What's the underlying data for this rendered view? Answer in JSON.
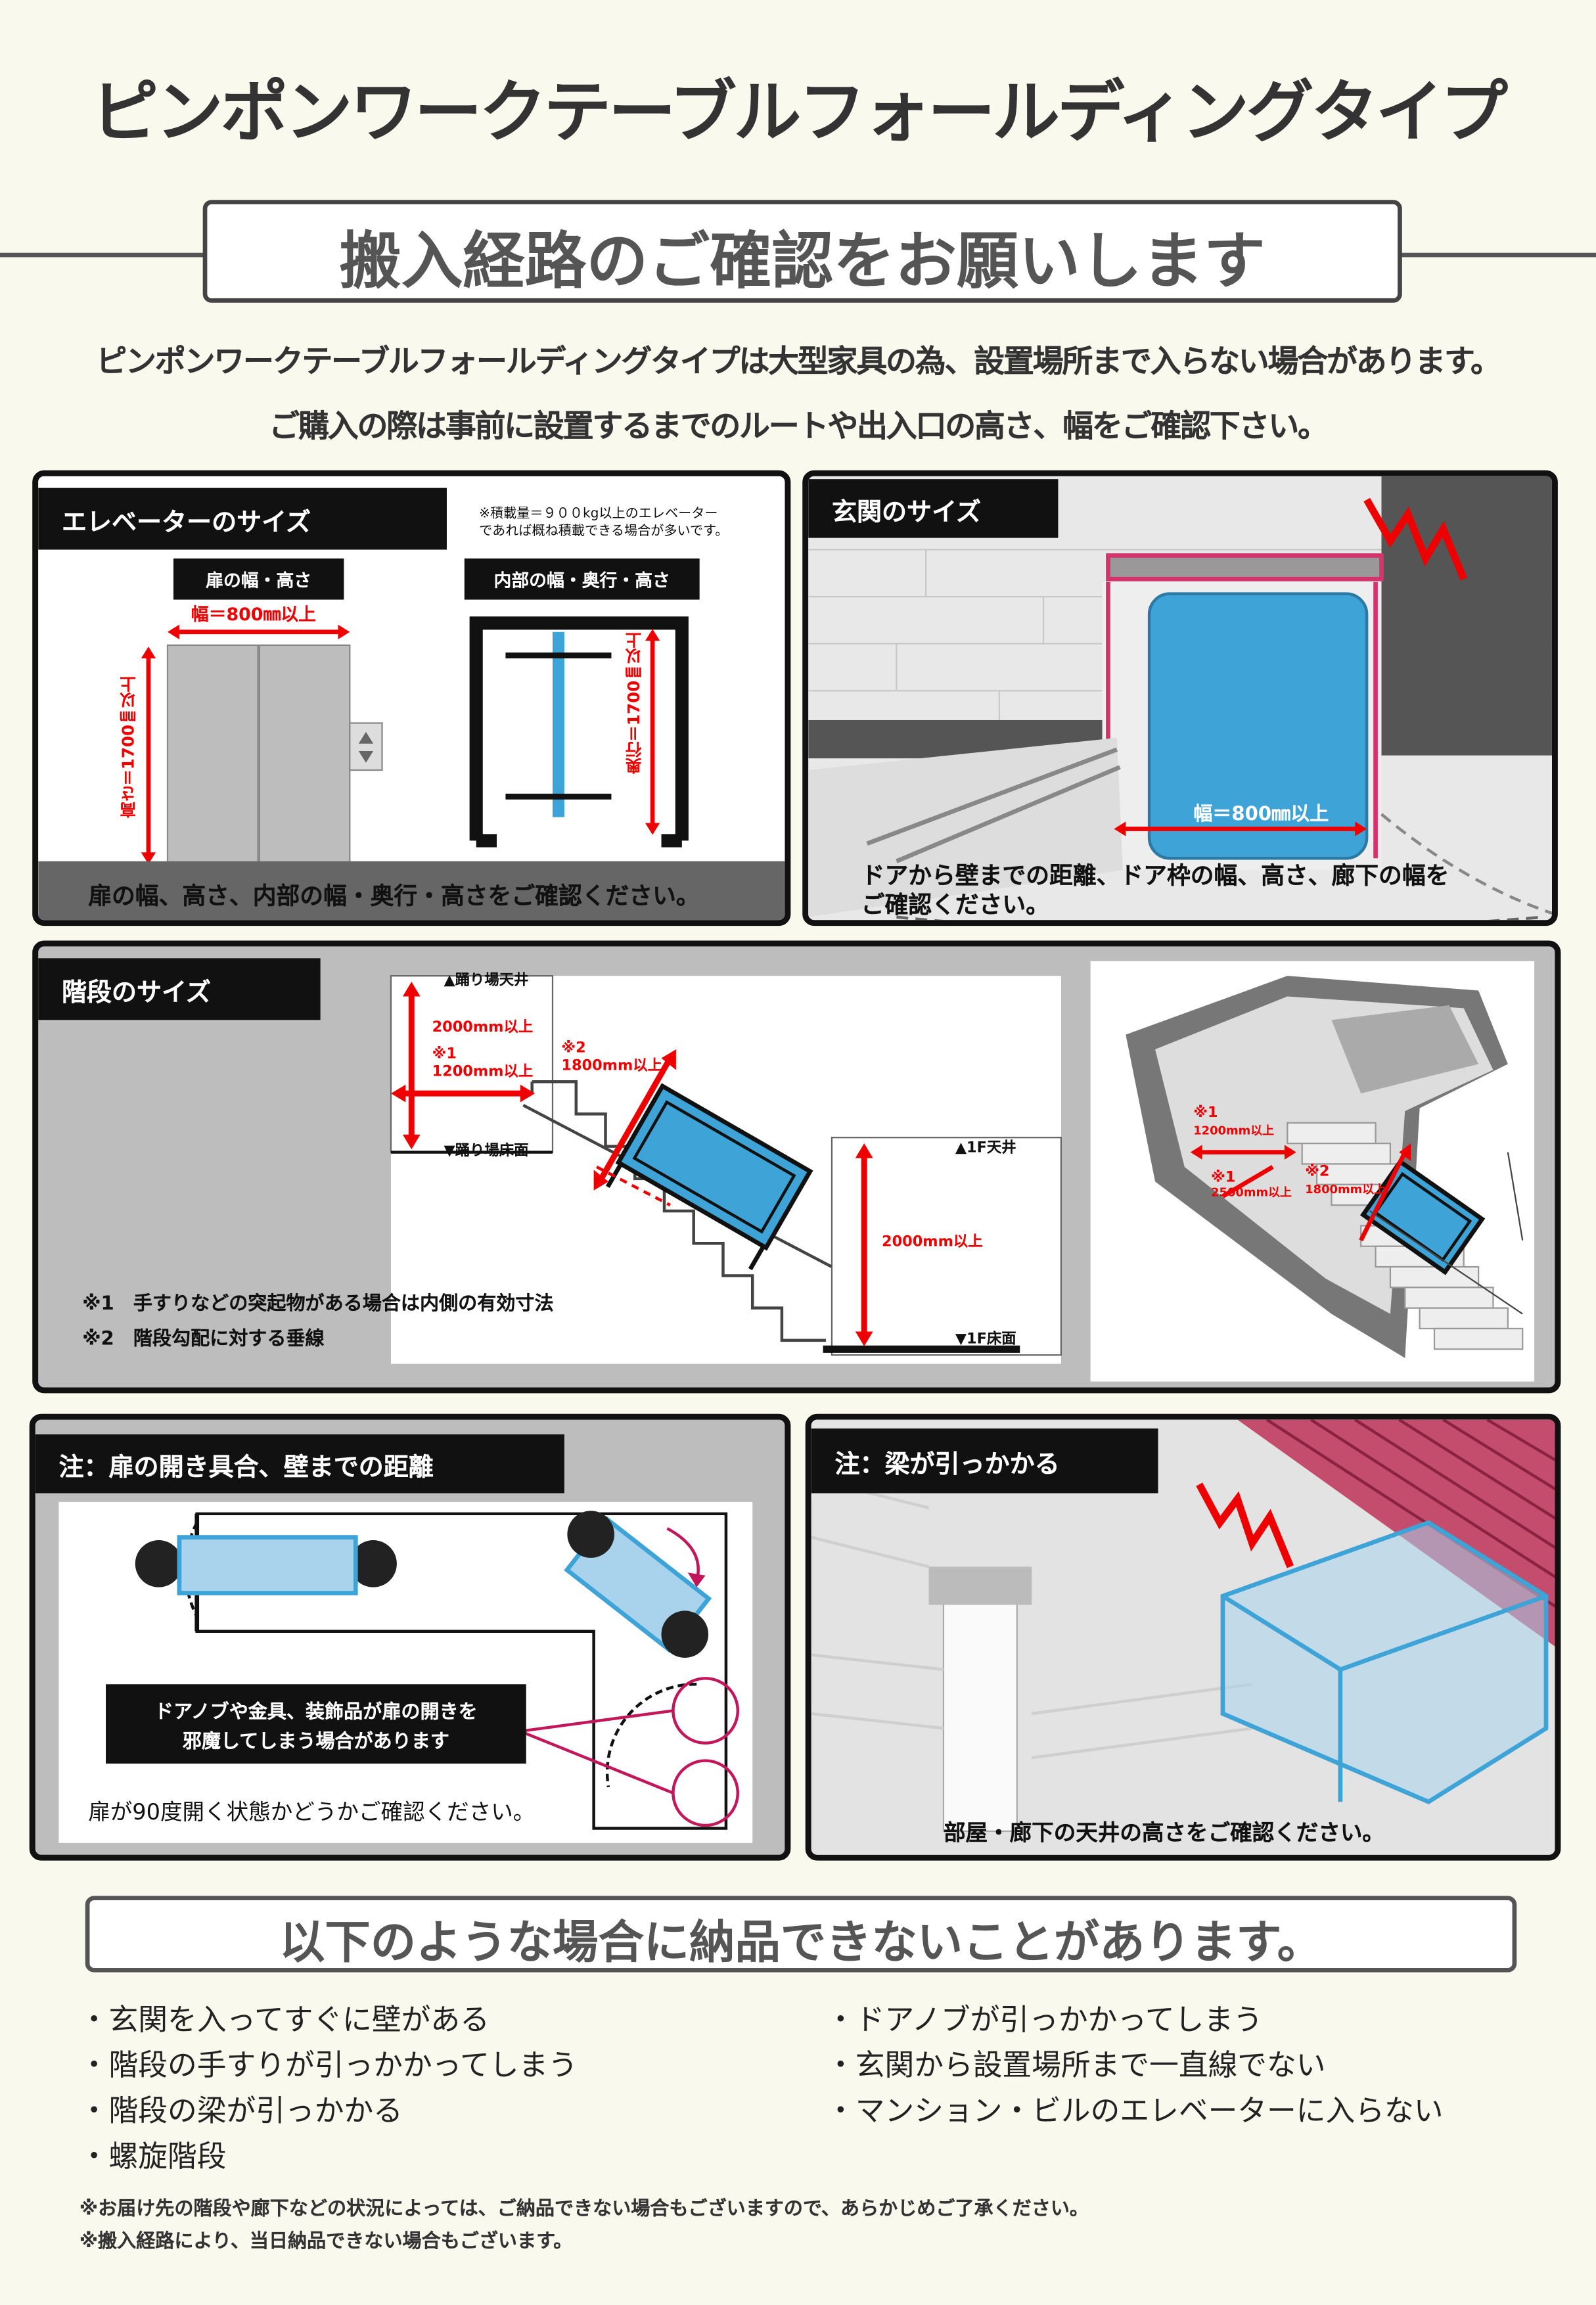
{
  "title": "ピンポンワークテーブルフォールディングタイプ",
  "banner": "搬入経路のご確認をお願いします",
  "intro_line1": "ピンポンワークテーブルフォールディングタイプは大型家具の為、設置場所まで入らない場合があります。",
  "intro_line2": "ご購入の際は事前に設置するまでのルートや出入口の高さ、幅をご確認下さい。",
  "elevator": {
    "label": "エレベーターのサイズ",
    "note_line1": "※積載量＝９００kg以上のエレベーター",
    "note_line2": "であれば概ね積載できる場合が多いです。",
    "door_label": "扉の幅・高さ",
    "inner_label": "内部の幅・奥行・高さ",
    "width": "幅＝800㎜以上",
    "height": "高さ＝1700㎜以上",
    "depth": "奥行＝1700㎜以上",
    "caption": "扉の幅、高さ、内部の幅・奥行・高さをご確認ください。"
  },
  "entrance": {
    "label": "玄関のサイズ",
    "width": "幅＝800㎜以上",
    "caption_line1": "ドアから壁までの距離、ドア枠の幅、高さ、廊下の幅を",
    "caption_line2": "ご確認ください。"
  },
  "stairs": {
    "label": "階段のサイズ",
    "landing_ceiling": "▲踊り場天井",
    "landing_floor": "▼踊り場床面",
    "ceiling_1f": "▲1F天井",
    "floor_1f": "▼1F床面",
    "h2000": "2000mm以上",
    "note1_mark": "※1",
    "w1200": "1200mm以上",
    "note2_mark": "※2",
    "w1800": "1800mm以上",
    "w2500": "2500mm以上",
    "h2000_right": "2000mm以上",
    "note1": "※1　手すりなどの突起物がある場合は内側の有効寸法",
    "note2": "※2　階段勾配に対する垂線"
  },
  "door_note": {
    "label": "注：扉の開き具合、壁までの距離",
    "box_line1": "ドアノブや金具、装飾品が扉の開きを",
    "box_line2": "邪魔してしまう場合があります",
    "caption": "扉が90度開く状態かどうかご確認ください。"
  },
  "beam_note": {
    "label": "注：梁が引っかかる",
    "caption": "部屋・廊下の天井の高さをご確認ください。"
  },
  "cannot_banner": "以下のような場合に納品できないことがあります。",
  "cases_left": [
    "・玄関を入ってすぐに壁がある",
    "・階段の手すりが引っかかってしまう",
    "・階段の梁が引っかかる",
    "・螺旋階段"
  ],
  "cases_right": [
    "・ドアノブが引っかかってしまう",
    "・玄関から設置場所まで一直線でない",
    "・マンション・ビルのエレベーターに入らない"
  ],
  "footnote1": "※お届け先の階段や廊下などの状況によっては、ご納品できない場合もございますので、あらかじめご了承ください。",
  "footnote2": "※搬入経路により、当日納品できない場合もございます。",
  "colors": {
    "accent_blue": "#3ea3d6",
    "warn_red": "#e40000",
    "magenta": "#d6336c",
    "dark": "#111111"
  }
}
